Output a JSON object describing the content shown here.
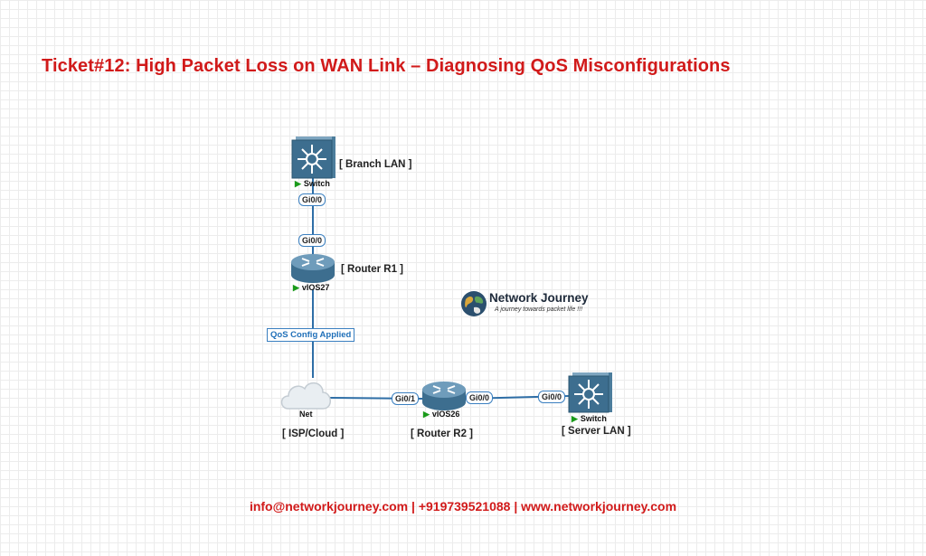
{
  "title": "Ticket#12: High Packet Loss on WAN Link – Diagnosing QoS Misconfigurations",
  "footer": "info@networkjourney.com | +919739521088 | www.networkjourney.com",
  "logo": {
    "name": "Network Journey",
    "tagline": "A journey towards packet life !!!"
  },
  "devices": {
    "branch_switch": {
      "name": "Switch",
      "tag": "[ Branch LAN ]",
      "icon": "switch-icon"
    },
    "router_r1": {
      "name": "vIOS27",
      "tag": "[ Router R1 ]",
      "icon": "router-icon"
    },
    "cloud": {
      "name": "Net",
      "tag": "[ ISP/Cloud ]",
      "icon": "cloud-icon"
    },
    "router_r2": {
      "name": "vIOS26",
      "tag": "[ Router R2 ]",
      "icon": "router-icon"
    },
    "server_switch": {
      "name": "Switch",
      "tag": "[ Server LAN ]",
      "icon": "switch-icon"
    }
  },
  "interfaces": {
    "sw_branch_gi00": "Gi0/0",
    "r1_gi00": "Gi0/0",
    "r2_gi01": "Gi0/1",
    "r2_gi00": "Gi0/0",
    "sw_server_gi00": "Gi0/0"
  },
  "link_labels": {
    "qos": "QoS Config Applied"
  },
  "colors": {
    "title": "#d11a1a",
    "link": "#2e6ea6",
    "device": "#3d6e8f",
    "status": "#1a9a1a"
  }
}
